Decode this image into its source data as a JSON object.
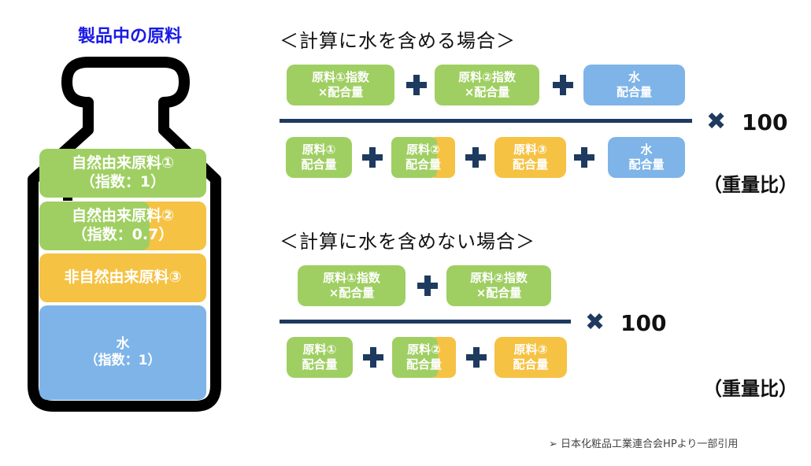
{
  "bottle": {
    "title": "製品中の原料",
    "layers": [
      {
        "name": "自然由来原料①",
        "index": "（指数：1）",
        "color": "#9fcf62"
      },
      {
        "name": "自然由来原料②",
        "index": "（指数：0.7）",
        "color": "#9fcf62",
        "accent_color": "#f5c243"
      },
      {
        "name": "非自然由来原料③",
        "color": "#f5c243"
      },
      {
        "name": "水",
        "index": "（指数：1）",
        "color": "#7eb4e8"
      }
    ]
  },
  "with_water": {
    "title": "＜計算に水を含める場合＞",
    "numerator": [
      {
        "line1": "原料①指数",
        "line2": "×配合量"
      },
      {
        "line1": "原料②指数",
        "line2": "×配合量"
      },
      {
        "line1": "水",
        "line2": "配合量"
      }
    ],
    "denominator": [
      {
        "line1": "原料①",
        "line2": "配合量"
      },
      {
        "line1": "原料②",
        "line2": "配合量"
      },
      {
        "line1": "原料③",
        "line2": "配合量"
      },
      {
        "line1": "水",
        "line2": "配合量"
      }
    ],
    "multiplier": "100",
    "times_symbol": "✖",
    "unit": "（重量比）"
  },
  "without_water": {
    "title": "＜計算に水を含めない場合＞",
    "numerator": [
      {
        "line1": "原料①指数",
        "line2": "×配合量"
      },
      {
        "line1": "原料②指数",
        "line2": "×配合量"
      }
    ],
    "denominator": [
      {
        "line1": "原料①",
        "line2": "配合量"
      },
      {
        "line1": "原料②",
        "line2": "配合量"
      },
      {
        "line1": "原料③",
        "line2": "配合量"
      }
    ],
    "multiplier": "100",
    "times_symbol": "✖",
    "unit": "（重量比）"
  },
  "colors": {
    "green": "#9fcf62",
    "orange": "#f5c243",
    "blue": "#7eb4e8",
    "navy": "#1e3a5f",
    "title_blue": "#1a1ae6"
  },
  "source": {
    "bullet": "➢",
    "text": "日本化粧品工業連合会HPより一部引用"
  }
}
